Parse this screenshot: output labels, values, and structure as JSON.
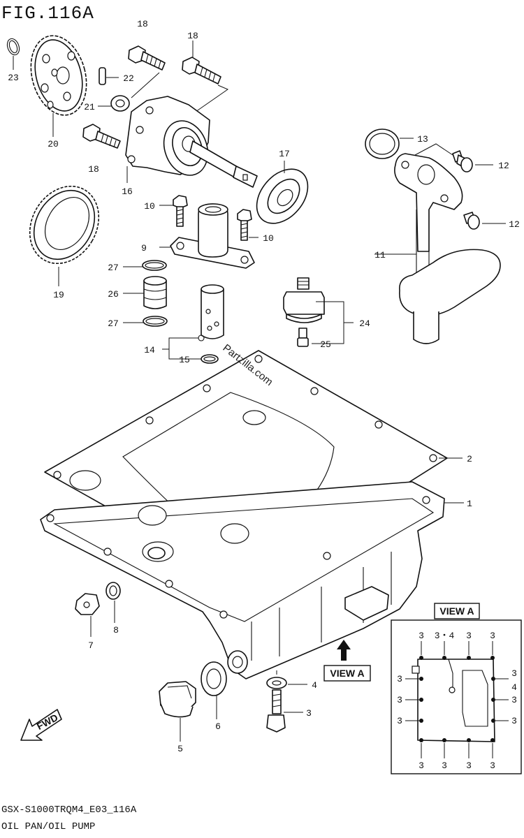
{
  "figure": {
    "title": "FIG.116A",
    "code": "GSX-S1000TRQM4_E03_116A",
    "name": "OIL PAN/OIL PUMP"
  },
  "watermark": "Partzilla.com",
  "fwd_label": "FWD",
  "view_a_label": "VIEW A",
  "inset_title": "VIEW A",
  "callouts": {
    "c1": "1",
    "c2": "2",
    "c3": "3",
    "c4": "4",
    "c5": "5",
    "c6": "6",
    "c7": "7",
    "c8": "8",
    "c9": "9",
    "c10a": "10",
    "c10b": "10",
    "c11": "11",
    "c12a": "12",
    "c12b": "12",
    "c13": "13",
    "c14": "14",
    "c15": "15",
    "c16": "16",
    "c17": "17",
    "c18a": "18",
    "c18b": "18",
    "c18c": "18",
    "c19": "19",
    "c20": "20",
    "c21": "21",
    "c22": "22",
    "c23": "23",
    "c24": "24",
    "c25": "25",
    "c26": "26",
    "c27a": "27",
    "c27b": "27"
  },
  "inset_labels": {
    "t1": "3",
    "t2": "3・4",
    "t3": "3",
    "t4": "3",
    "l1": "3",
    "l2": "3",
    "l3": "3",
    "r1": "3",
    "r1b": "4",
    "r2": "3",
    "r3": "3",
    "b1": "3",
    "b2": "3",
    "b3": "3",
    "b4": "3"
  }
}
